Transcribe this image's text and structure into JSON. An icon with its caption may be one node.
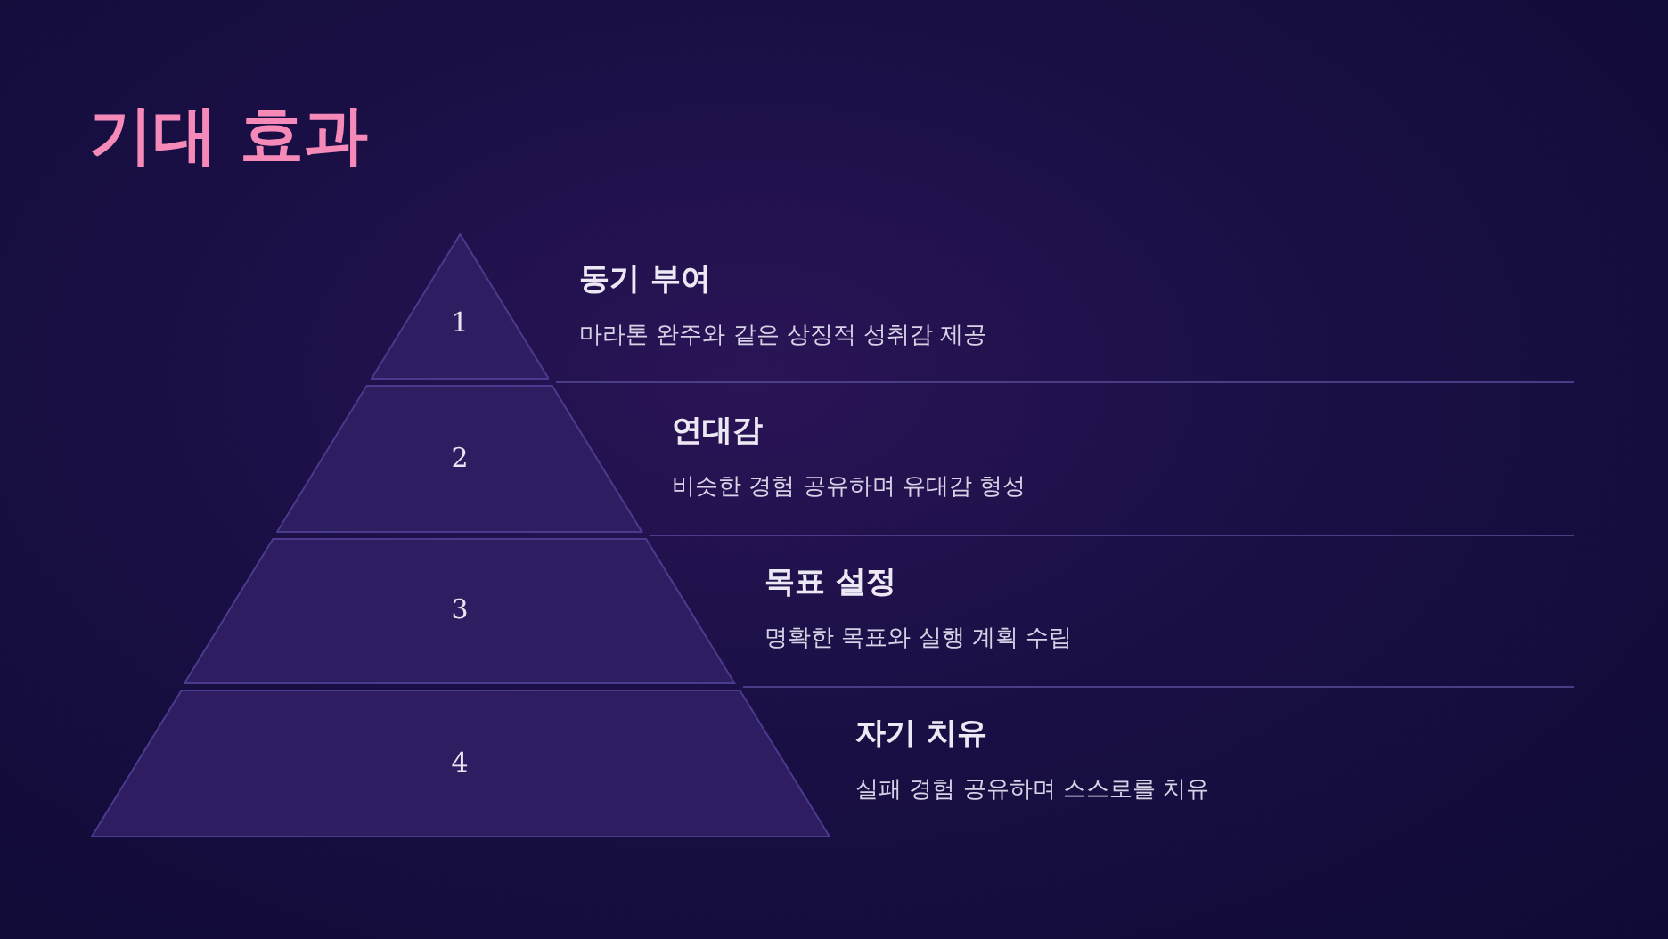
{
  "diagram": {
    "title": "기대 효과",
    "nodes": [
      {
        "text": [
          "1"
        ],
        "beside": [
          "동기 부여",
          "마라톤 완주와 같은 상징적 성취감 제공"
        ]
      },
      {
        "text": [
          "2"
        ],
        "beside": [
          "연대감",
          "비슷한 경험 공유하며 유대감 형성"
        ]
      },
      {
        "text": [
          "3"
        ],
        "beside": [
          "목표 설정",
          "명확한 목표와 실행 계획 수립"
        ]
      },
      {
        "text": [
          "4"
        ],
        "beside": [
          "자기 치유",
          "실패 경험 공유하며 스스로를 치유"
        ]
      }
    ]
  }
}
